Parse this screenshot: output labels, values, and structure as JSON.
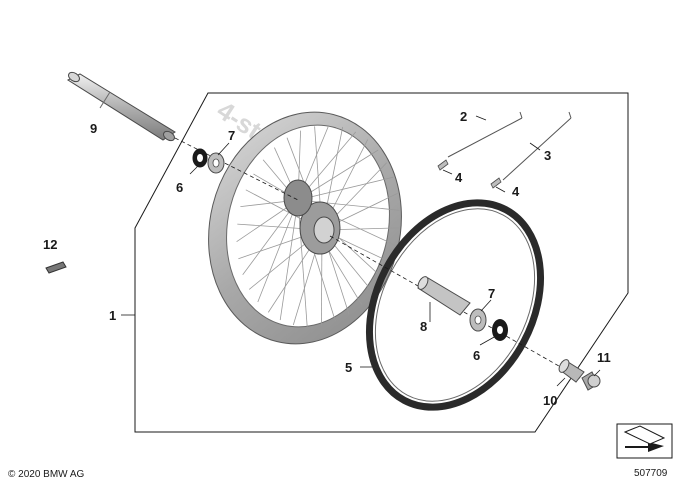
{
  "callouts": {
    "c1": "1",
    "c2": "2",
    "c3": "3",
    "c4a": "4",
    "c4b": "4",
    "c5": "5",
    "c6a": "6",
    "c6b": "6",
    "c7a": "7",
    "c7b": "7",
    "c8": "8",
    "c9": "9",
    "c10": "10",
    "c11": "11",
    "c12": "12"
  },
  "footer": {
    "copyright": "© 2020 BMW AG",
    "diagram_number": "507709"
  },
  "watermark": "4-store.ru",
  "colors": {
    "line": "#1a1a1a",
    "rim": "#b8b8b8",
    "rim_dark": "#7a7a7a",
    "tire_band": "#2a2a2a",
    "metal": "#c9c9c9"
  }
}
